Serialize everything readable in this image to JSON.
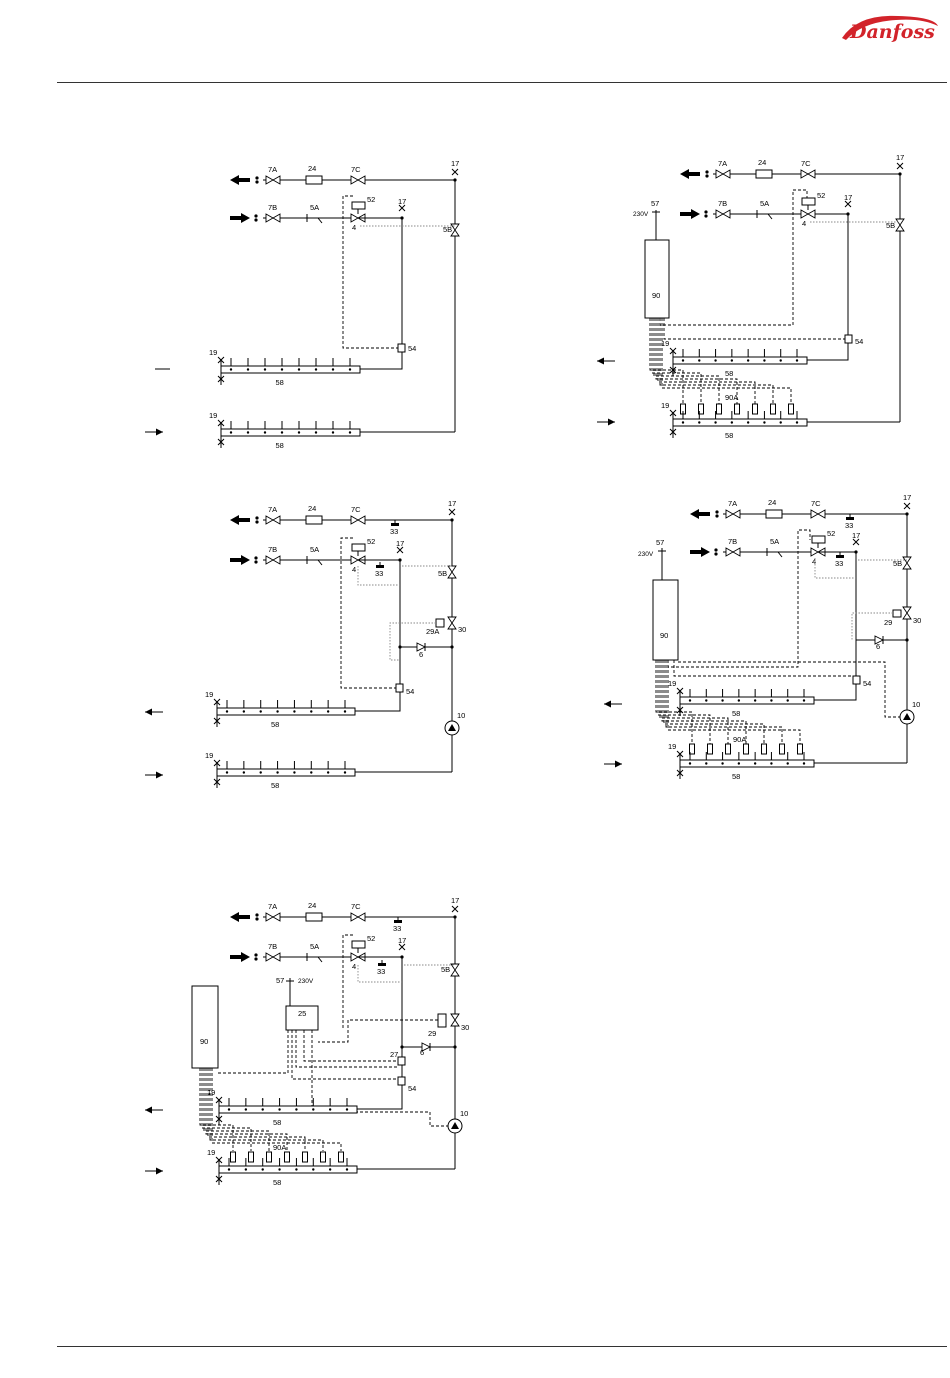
{
  "brand": {
    "name": "Danfoss",
    "color": "#d2232a"
  },
  "labels": {
    "v7a": "7A",
    "v7b": "7B",
    "v7c": "7C",
    "f24": "24",
    "s5a": "5A",
    "s5b": "5B",
    "v52": "52",
    "v4": "4",
    "v17": "17",
    "m58": "58",
    "v19": "19",
    "s54": "54",
    "s33": "33",
    "a29a": "29A",
    "a29": "29",
    "v30": "30",
    "c6": "6",
    "p10": "10",
    "v57": "57",
    "volt": "230V",
    "c90": "90",
    "c90a": "90A",
    "c25": "25",
    "s27": "27"
  }
}
